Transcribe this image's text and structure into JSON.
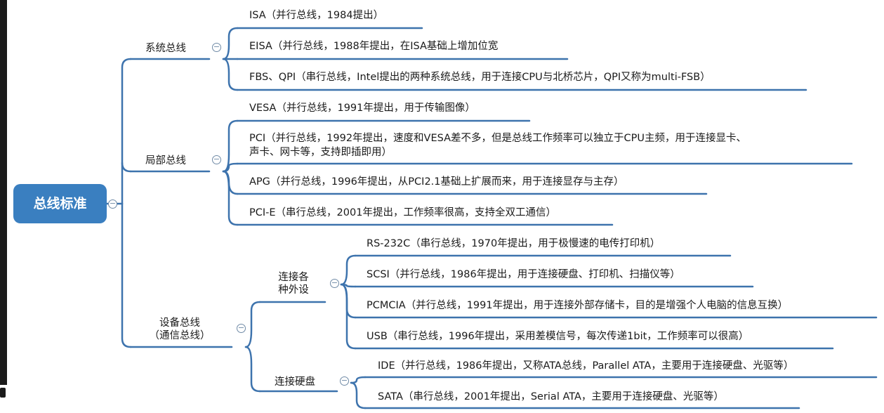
{
  "root": {
    "label": "总线标准"
  },
  "branches": [
    {
      "label": "系统总线",
      "items": [
        "ISA（并行总线，1984提出）",
        "EISA（并行总线，1988年提出，在ISA基础上增加位宽",
        "FBS、QPI（串行总线，Intel提出的两种系统总线，用于连接CPU与北桥芯片，QPI又称为multi-FSB）"
      ]
    },
    {
      "label": "局部总线",
      "items": [
        "VESA（并行总线，1991年提出，用于传输图像）",
        "PCI（并行总线，1992年提出，速度和VESA差不多，但是总线工作频率可以独立于CPU主频，用于连接显卡、",
        "声卡、网卡等，支持即插即用）",
        "APG（并行总线，1996年提出，从PCI2.1基础上扩展而来，用于连接显存与主存）",
        "PCI-E（串行总线，2001年提出，工作频率很高，支持全双工通信）"
      ]
    },
    {
      "label_line1": "设备总线",
      "label_line2": "（通信总线）",
      "subgroups": [
        {
          "label_line1": "连接各",
          "label_line2": "种外设",
          "items": [
            "RS-232C（串行总线，1970年提出，用于极慢速的电传打印机）",
            "SCSI（并行总线，1986年提出，用于连接硬盘、打印机、扫描仪等）",
            "PCMCIA（并行总线，1991年提出，用于连接外部存储卡，目的是增强个人电脑的信息互换）",
            "USB（串行总线，1996年提出，采用差模信号，每次传递1bit，工作频率可以很高）"
          ]
        },
        {
          "label": "连接硬盘",
          "items": [
            "IDE（并行总线，1986年提出，又称ATA总线，Parallel ATA，主要用于连接硬盘、光驱等）",
            "SATA（串行总线，2001年提出，Serial ATA，主要用于连接硬盘、光驱等）"
          ]
        }
      ]
    }
  ],
  "colors": {
    "root": "#3a7fc0",
    "line": "#3d73ad",
    "collapse": "#6f8aa6",
    "frame": "#1b1b1b"
  },
  "icons": {
    "collapse": "minus-circle-icon"
  }
}
